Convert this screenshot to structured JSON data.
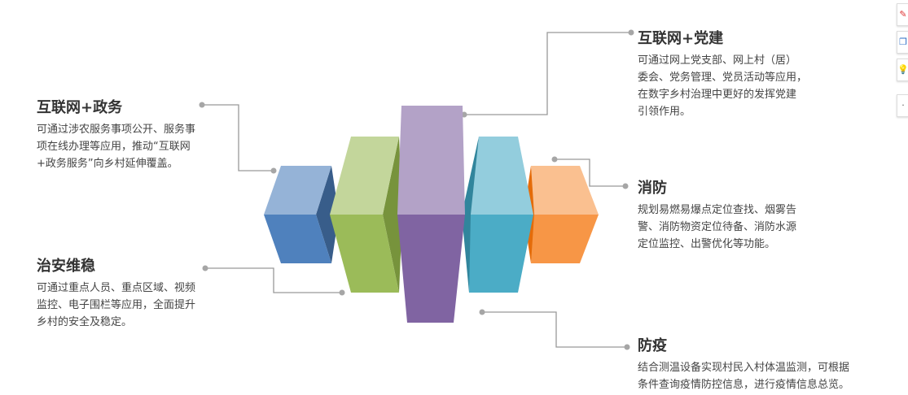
{
  "items": {
    "zhengwu": {
      "title": "互联网+政务",
      "lines": [
        "可通过涉农服务事项公开、服务事",
        "项在线办理等应用，推动“互联网",
        "+政务服务”向乡村延伸覆盖。"
      ]
    },
    "zhian": {
      "title": "治安维稳",
      "lines": [
        "可通过重点人员、重点区域、视频",
        "监控、电子围栏等应用，全面提升",
        "乡村的安全及稳定。"
      ]
    },
    "dangjian": {
      "title": "互联网+党建",
      "lines": [
        "可通过网上党支部、网上村（居）",
        "委会、党务管理、党员活动等应用，",
        "在数字乡村治理中更好的发挥党建",
        "引领作用。"
      ]
    },
    "xiaofang": {
      "title": "消防",
      "lines": [
        "规划易燃易爆点定位查找、烟雾告",
        "警、消防物资定位待备、消防水源",
        "定位监控、出警优化等功能。"
      ]
    },
    "fangyi": {
      "title": "防疫",
      "lines": [
        "结合测温设备实现村民入村体温监测，可根据",
        "条件查询疫情防控信息，进行疫情信息总览。"
      ]
    }
  },
  "colors": {
    "blue_light": "#95b3d7",
    "blue_dark": "#4f81bd",
    "blue_side": "#385d8a",
    "green_light": "#c3d69b",
    "green_dark": "#9bbb59",
    "green_side": "#77933c",
    "purple_light": "#b3a2c7",
    "purple_dark": "#8064a2",
    "teal_light": "#93cddd",
    "teal_dark": "#4bacc6",
    "teal_side": "#31859c",
    "orange_light": "#fac090",
    "orange_dark": "#f79646",
    "orange_side": "#e46c0a",
    "connector": "#999999"
  },
  "toolbar": {
    "icons": [
      "pen-icon",
      "copy-icon",
      "lightbulb-icon",
      "more-icon"
    ]
  }
}
